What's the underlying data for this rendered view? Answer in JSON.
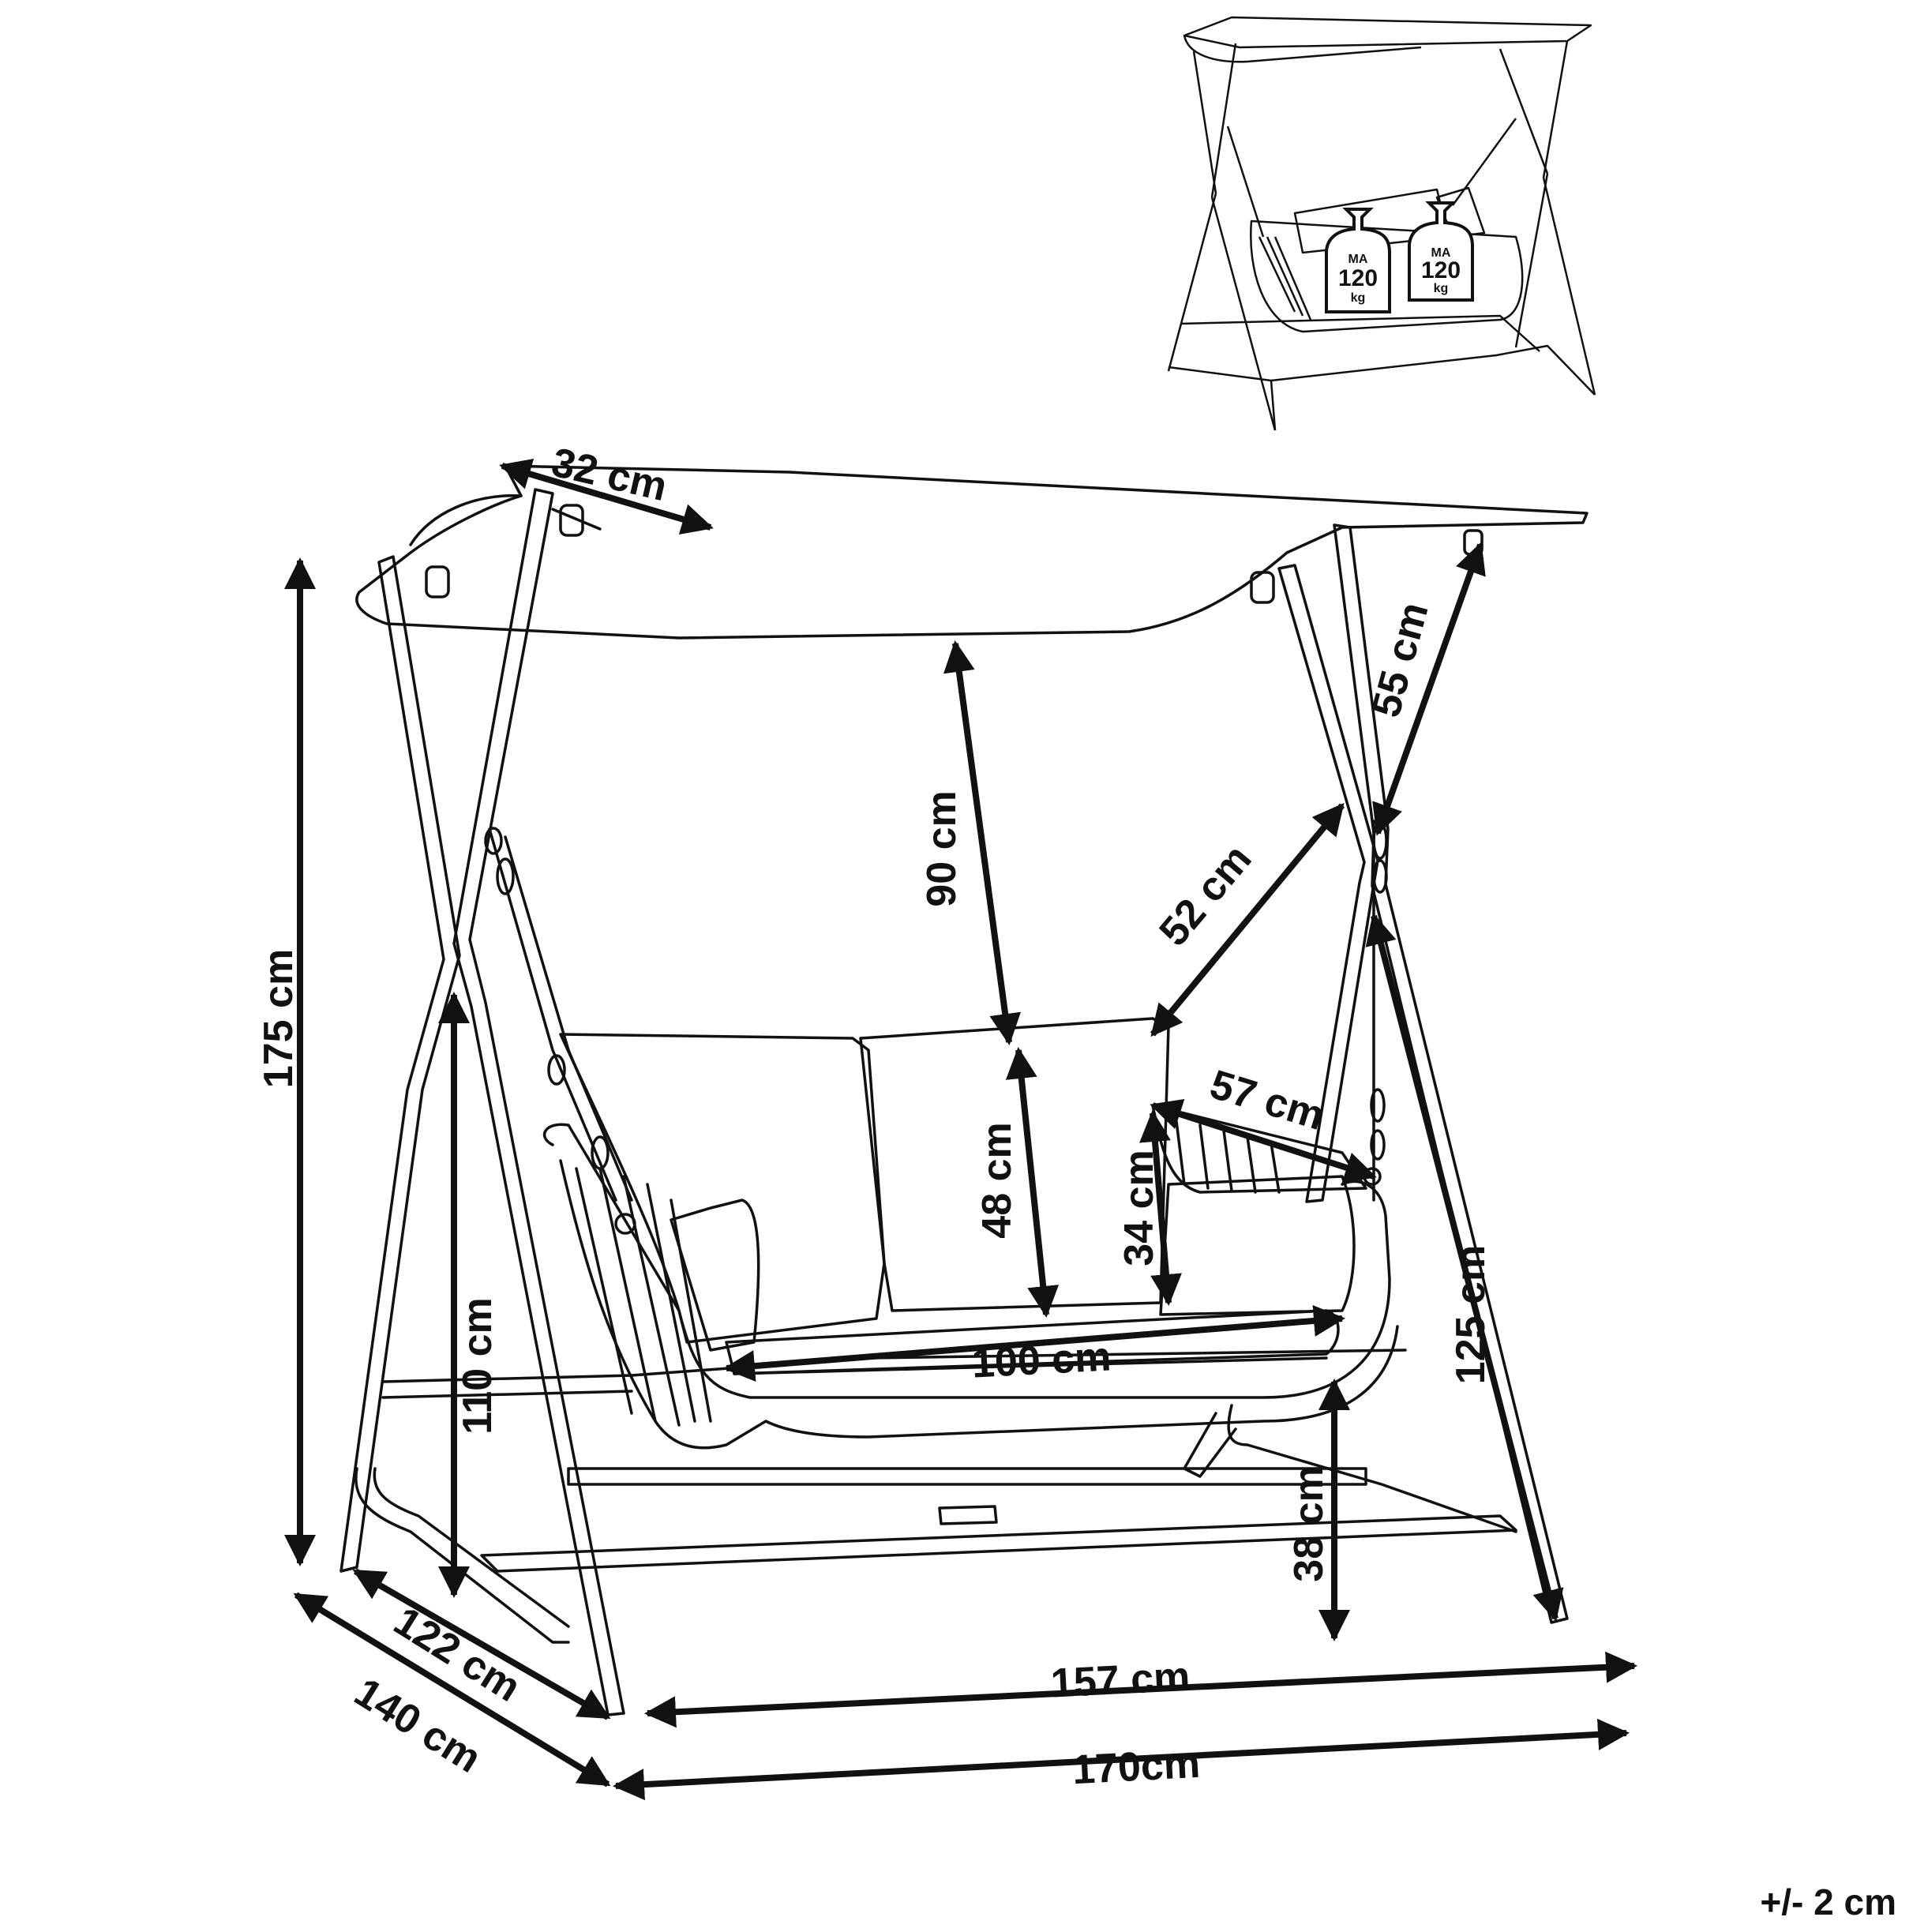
{
  "dimensions": {
    "canopy_depth": "32 cm",
    "canopy_to_seat_back": "90 cm",
    "canopy_to_hook": "55 cm",
    "hanging_chain": "52 cm",
    "seat_width_top": "57 cm",
    "seat_back_height": "48 cm",
    "armrest_height": "34 cm",
    "seat_width": "100 cm",
    "overall_height": "175 cm",
    "seat_height_from_ground": "110 cm",
    "front_leg_height": "125 cm",
    "seat_clearance": "38 cm",
    "inner_depth": "122 cm",
    "outer_depth": "140 cm",
    "inner_width": "157 cm",
    "outer_width": "170cm"
  },
  "weight_badges": [
    {
      "prefix": "MA",
      "value": "120",
      "unit": "kg"
    },
    {
      "prefix": "MA",
      "value": "120",
      "unit": "kg"
    }
  ],
  "tolerance": "+/- 2 cm",
  "colors": {
    "line": "#111111",
    "background": "#ffffff"
  }
}
